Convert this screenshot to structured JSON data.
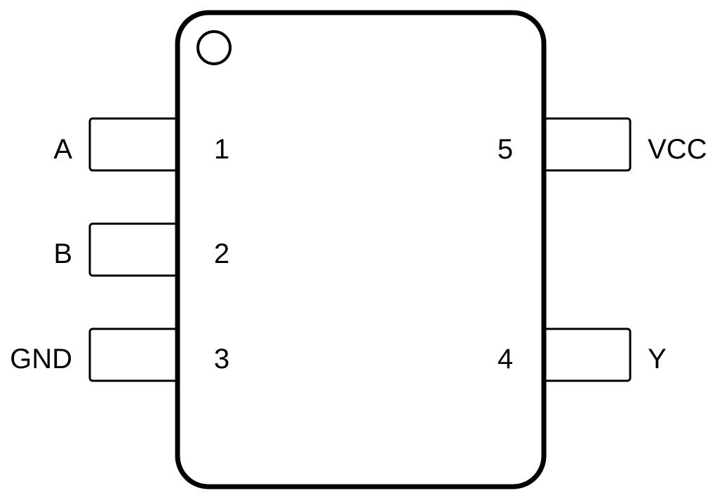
{
  "package": {
    "pin1_marker": "pin-1-indicator-circle",
    "pins": [
      {
        "number": "1",
        "name": "A"
      },
      {
        "number": "2",
        "name": "B"
      },
      {
        "number": "3",
        "name": "GND"
      },
      {
        "number": "4",
        "name": "Y"
      },
      {
        "number": "5",
        "name": "VCC"
      }
    ]
  }
}
